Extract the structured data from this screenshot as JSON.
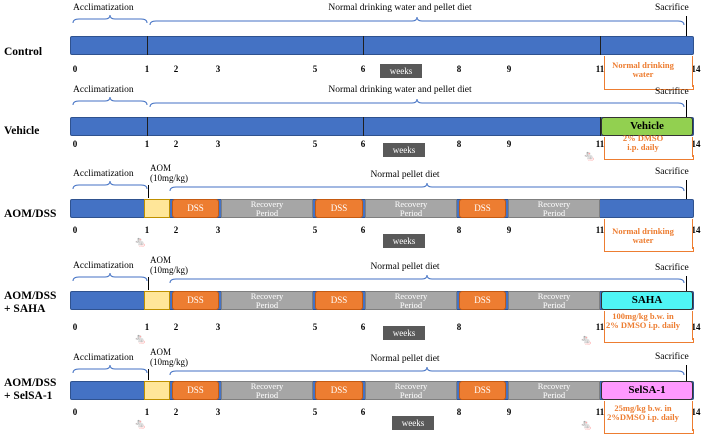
{
  "colors": {
    "bar": "#4472c4",
    "dss": "#ed7d31",
    "recovery": "#a6a6a6",
    "aom_block": "#ffe699",
    "vehicle": "#92d050",
    "saha": "#4ff5f5",
    "selsa": "#ff99ff",
    "note": "#ed7d31"
  },
  "labels": {
    "acclimatization": "Acclimatization",
    "sacrifice": "Sacrifice",
    "weeks": "weeks",
    "dss": "DSS",
    "recovery": "Recovery Period",
    "aom_1": "AOM",
    "aom_2": "(10mg/kg)",
    "normal_water_diet": "Normal drinking water and pellet diet",
    "normal_pellet": "Normal pellet diet"
  },
  "groups": [
    {
      "name_lines": [
        "Control"
      ],
      "ticks": [
        "0",
        "1",
        "2",
        "3",
        "5",
        "6",
        "8",
        "9",
        "11",
        "14"
      ],
      "end_block": "",
      "note": [
        "Normal drinking",
        "water"
      ]
    },
    {
      "name_lines": [
        "Vehicle"
      ],
      "ticks": [
        "0",
        "1",
        "2",
        "3",
        "5",
        "6",
        "8",
        "9",
        "11",
        "14"
      ],
      "end_block": "Vehicle",
      "note": [
        "2% DMSO",
        "i.p. daily"
      ]
    },
    {
      "name_lines": [
        "AOM/DSS"
      ],
      "ticks": [
        "0",
        "1",
        "2",
        "3",
        "5",
        "6",
        "8",
        "9",
        "11",
        "14"
      ],
      "end_block": "",
      "note": [
        "Normal drinking",
        "water"
      ]
    },
    {
      "name_lines": [
        "AOM/DSS",
        "+ SAHA"
      ],
      "ticks": [
        "0",
        "1",
        "2",
        "3",
        "5",
        "6",
        "8",
        "11",
        "14"
      ],
      "end_block": "SAHA",
      "note": [
        "100mg/kg b.w. in",
        "2% DMSO i.p. daily"
      ]
    },
    {
      "name_lines": [
        "AOM/DSS",
        "+ SelSA-1"
      ],
      "ticks": [
        "0",
        "1",
        "2",
        "3",
        "5",
        "6",
        "8",
        "9",
        "11",
        "14"
      ],
      "end_block": "SelSA-1",
      "note": [
        "25mg/kg b.w. in",
        "2%DMSO i.p. daily"
      ]
    }
  ]
}
